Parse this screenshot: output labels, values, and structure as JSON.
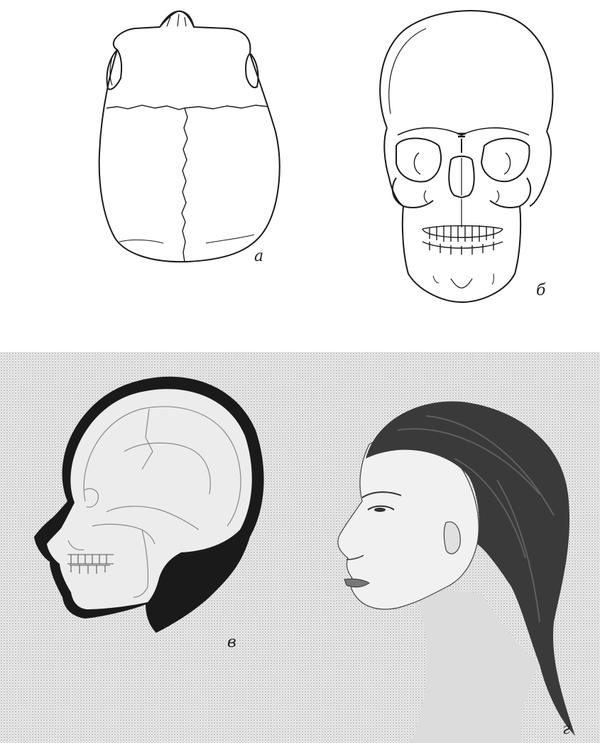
{
  "figures": [
    {
      "id": "a",
      "label": "а",
      "view": "skull-top-view"
    },
    {
      "id": "b",
      "label": "б",
      "view": "skull-front-view"
    },
    {
      "id": "v",
      "label": "в",
      "view": "head-profile-skull-overlay"
    },
    {
      "id": "g",
      "label": "г",
      "view": "photo-profile"
    }
  ],
  "colors": {
    "ink": "#1a1a1a",
    "paper": "#ffffff",
    "halftone": "#e6e6e6",
    "hair": "#3a3a3a"
  }
}
